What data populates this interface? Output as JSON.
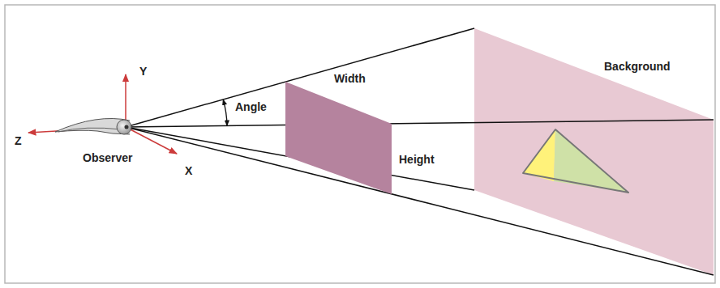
{
  "diagram": {
    "labels": [
      "Y",
      "Z",
      "X",
      "Observer",
      "Angle",
      "Width",
      "Height",
      "Background"
    ]
  }
}
